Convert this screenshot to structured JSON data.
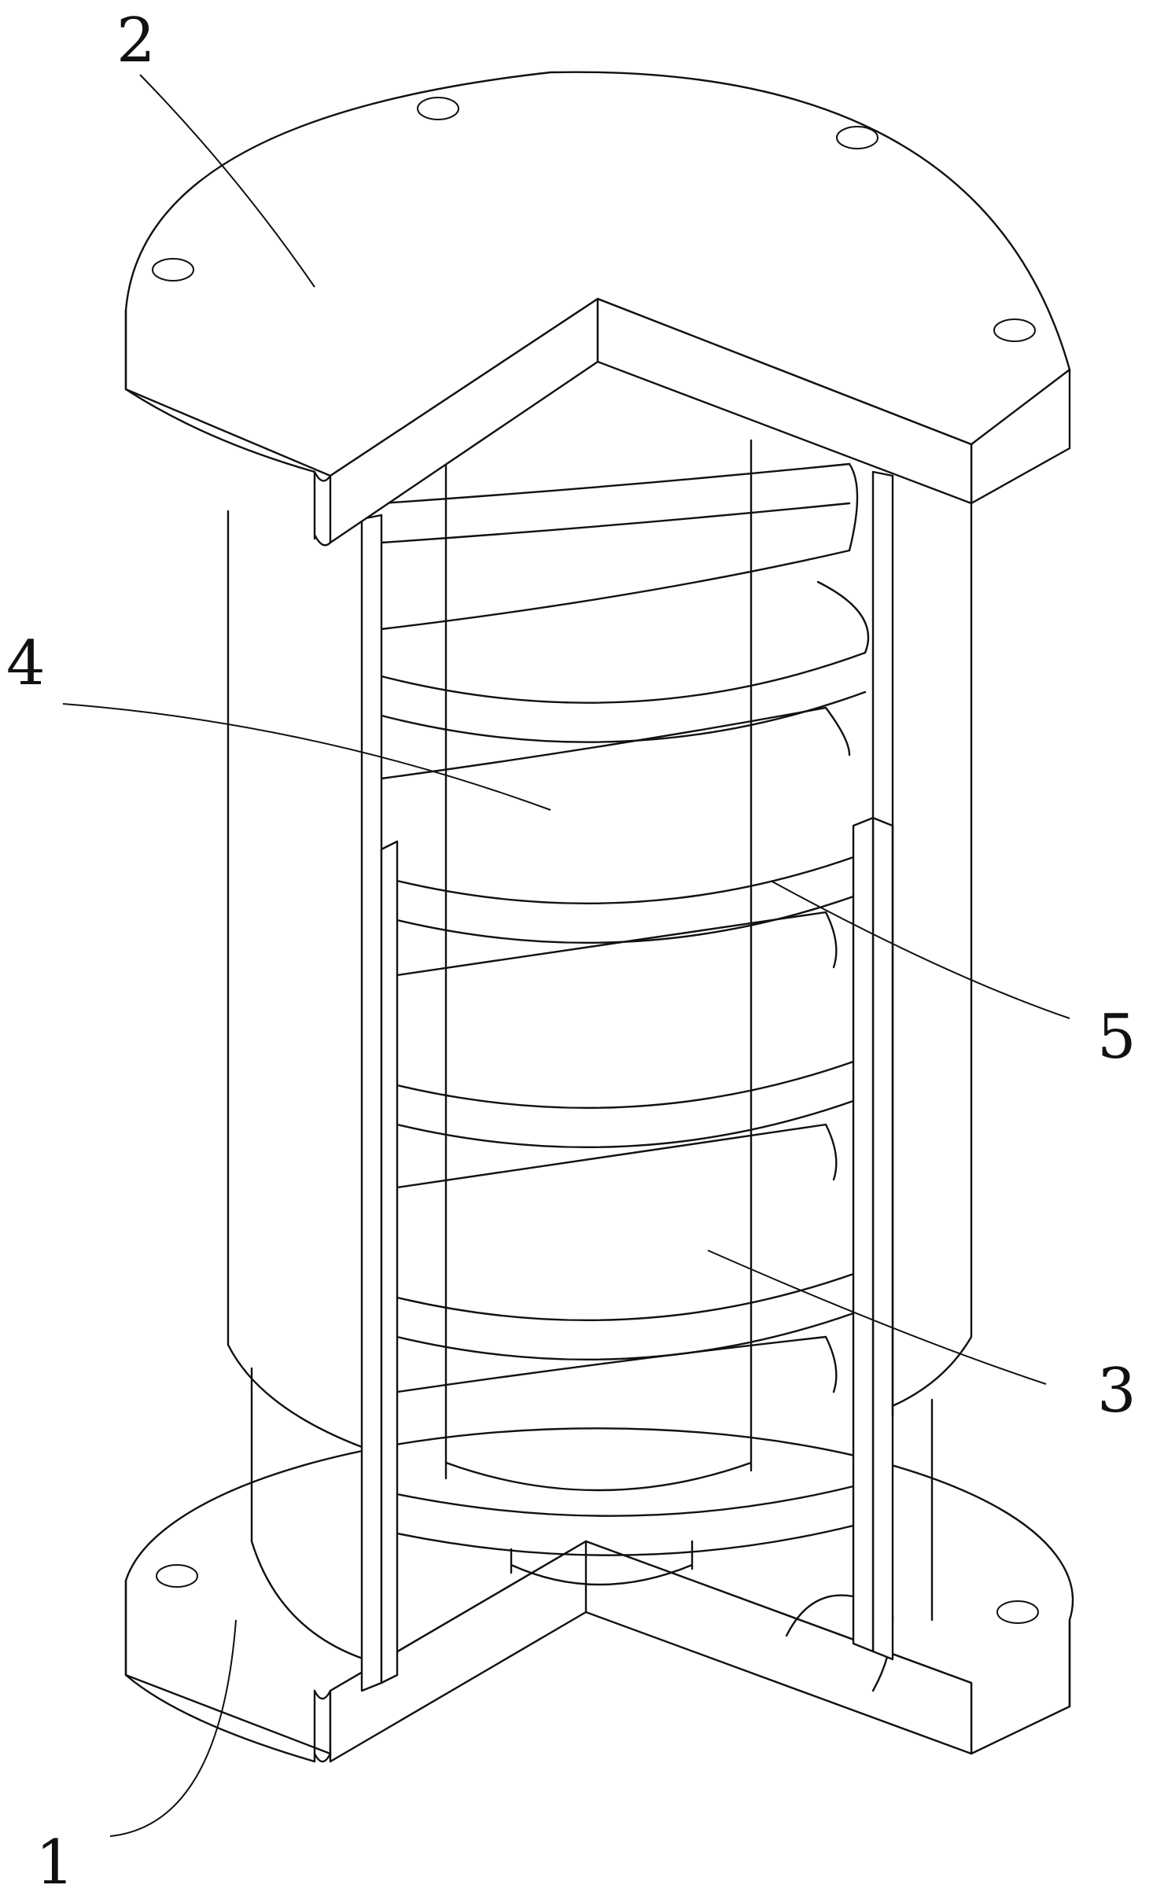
{
  "figure": {
    "reference_numerals": [
      {
        "key": "bottom_base",
        "label": "1"
      },
      {
        "key": "top_plate",
        "label": "2"
      },
      {
        "key": "outer_sleeve",
        "label": "3"
      },
      {
        "key": "inner_column",
        "label": "4"
      },
      {
        "key": "helical_spring",
        "label": "5"
      }
    ]
  }
}
